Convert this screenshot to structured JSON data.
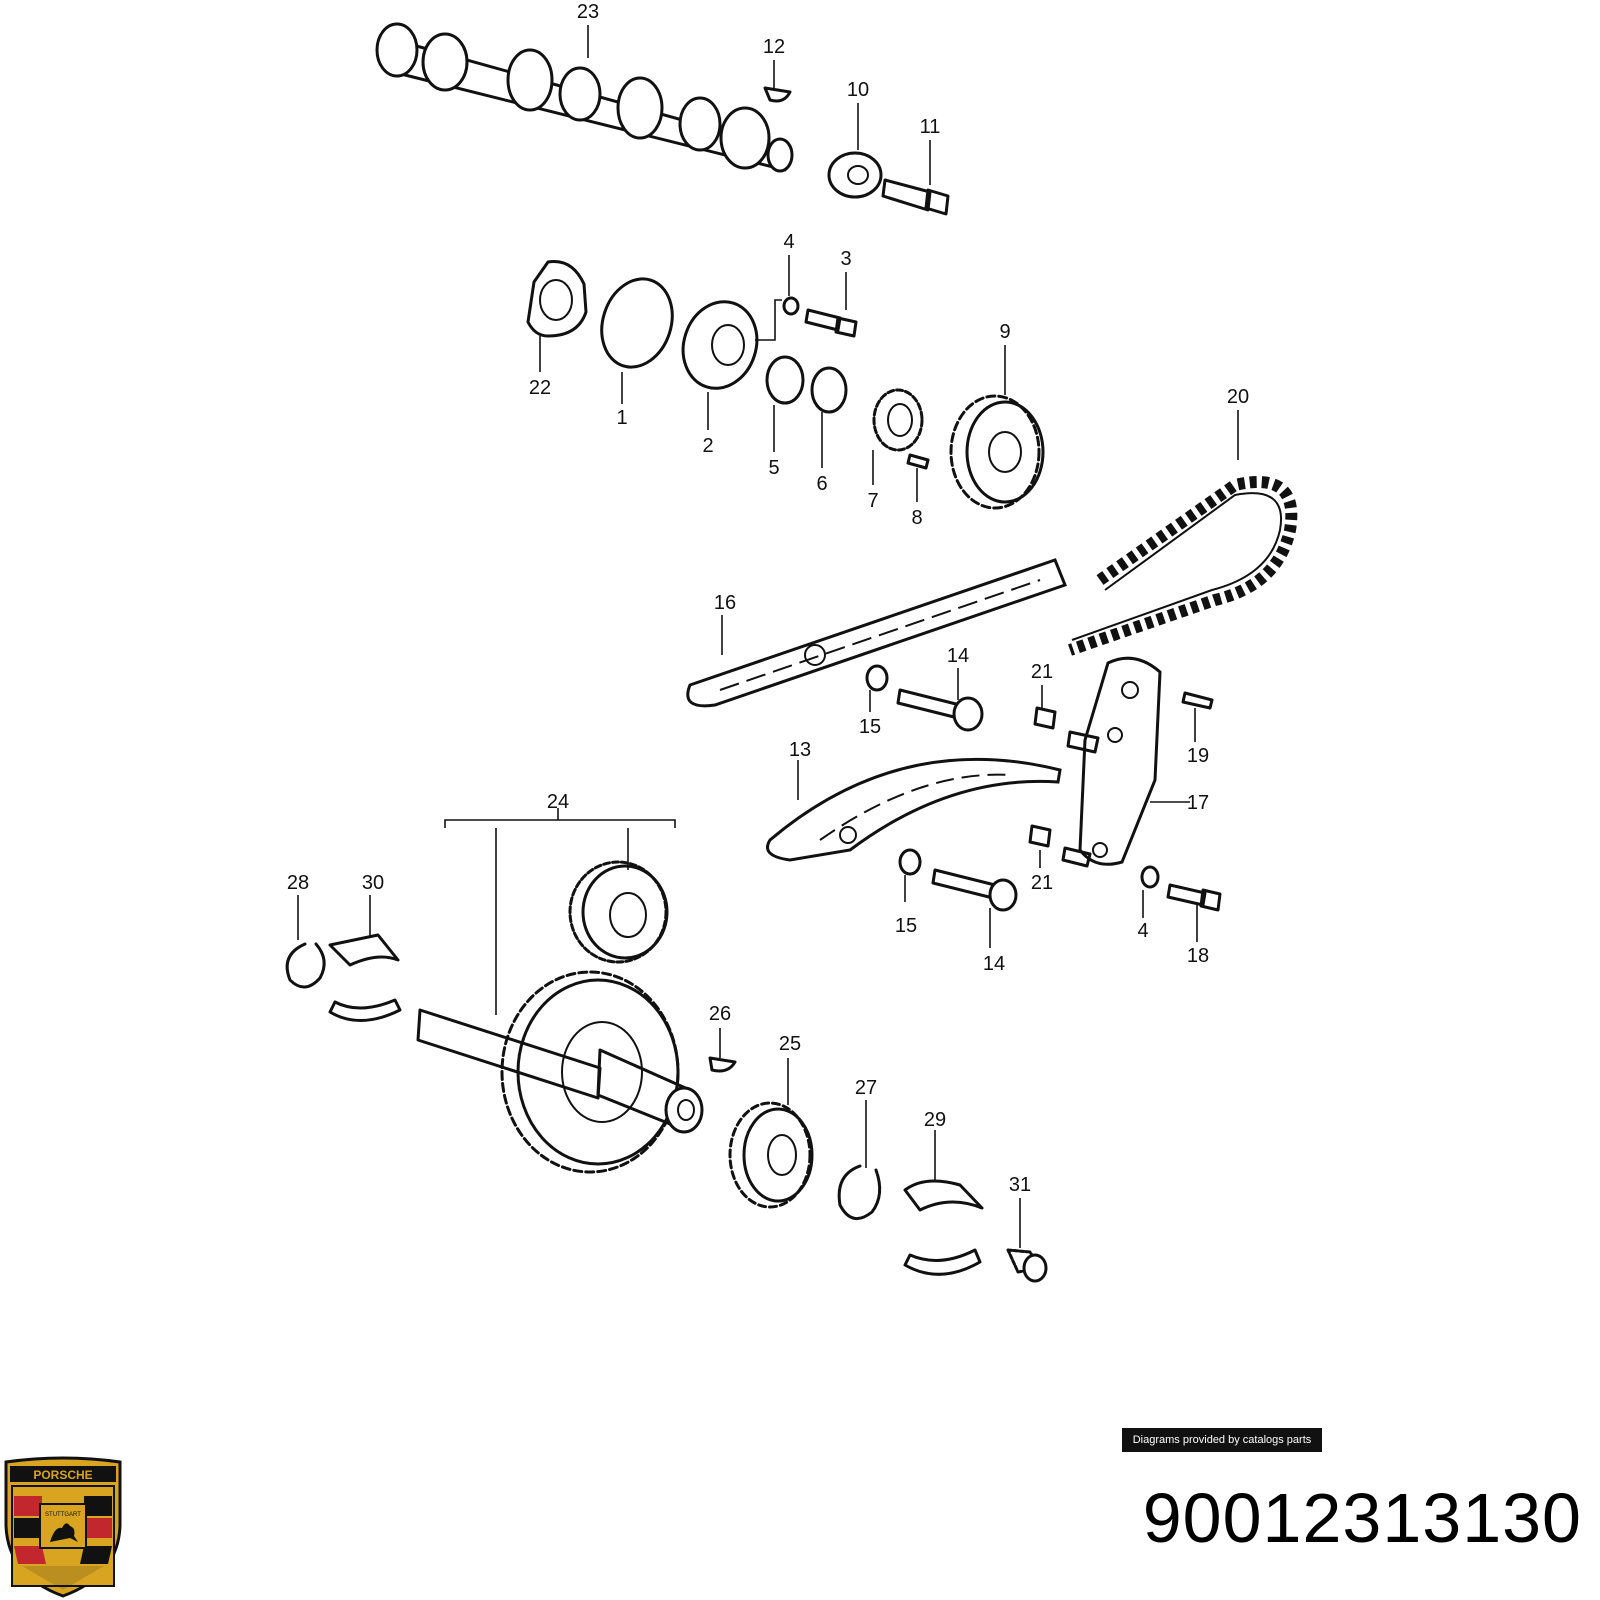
{
  "diagram": {
    "callouts": [
      "23",
      "12",
      "10",
      "11",
      "4",
      "3",
      "22",
      "1",
      "2",
      "5",
      "6",
      "7",
      "8",
      "9",
      "20",
      "16",
      "14",
      "15",
      "21",
      "19",
      "13",
      "17",
      "24",
      "28",
      "30",
      "21",
      "15",
      "14",
      "4",
      "18",
      "26",
      "25",
      "27",
      "29",
      "31"
    ]
  },
  "footer": {
    "credit": "Diagrams provided by catalogs parts",
    "part_number": "90012313130"
  },
  "logo": {
    "brand": "PORSCHE",
    "city": "STUTTGART",
    "colors": {
      "gold": "#d9a521",
      "red": "#c1272d",
      "black": "#111111"
    }
  }
}
